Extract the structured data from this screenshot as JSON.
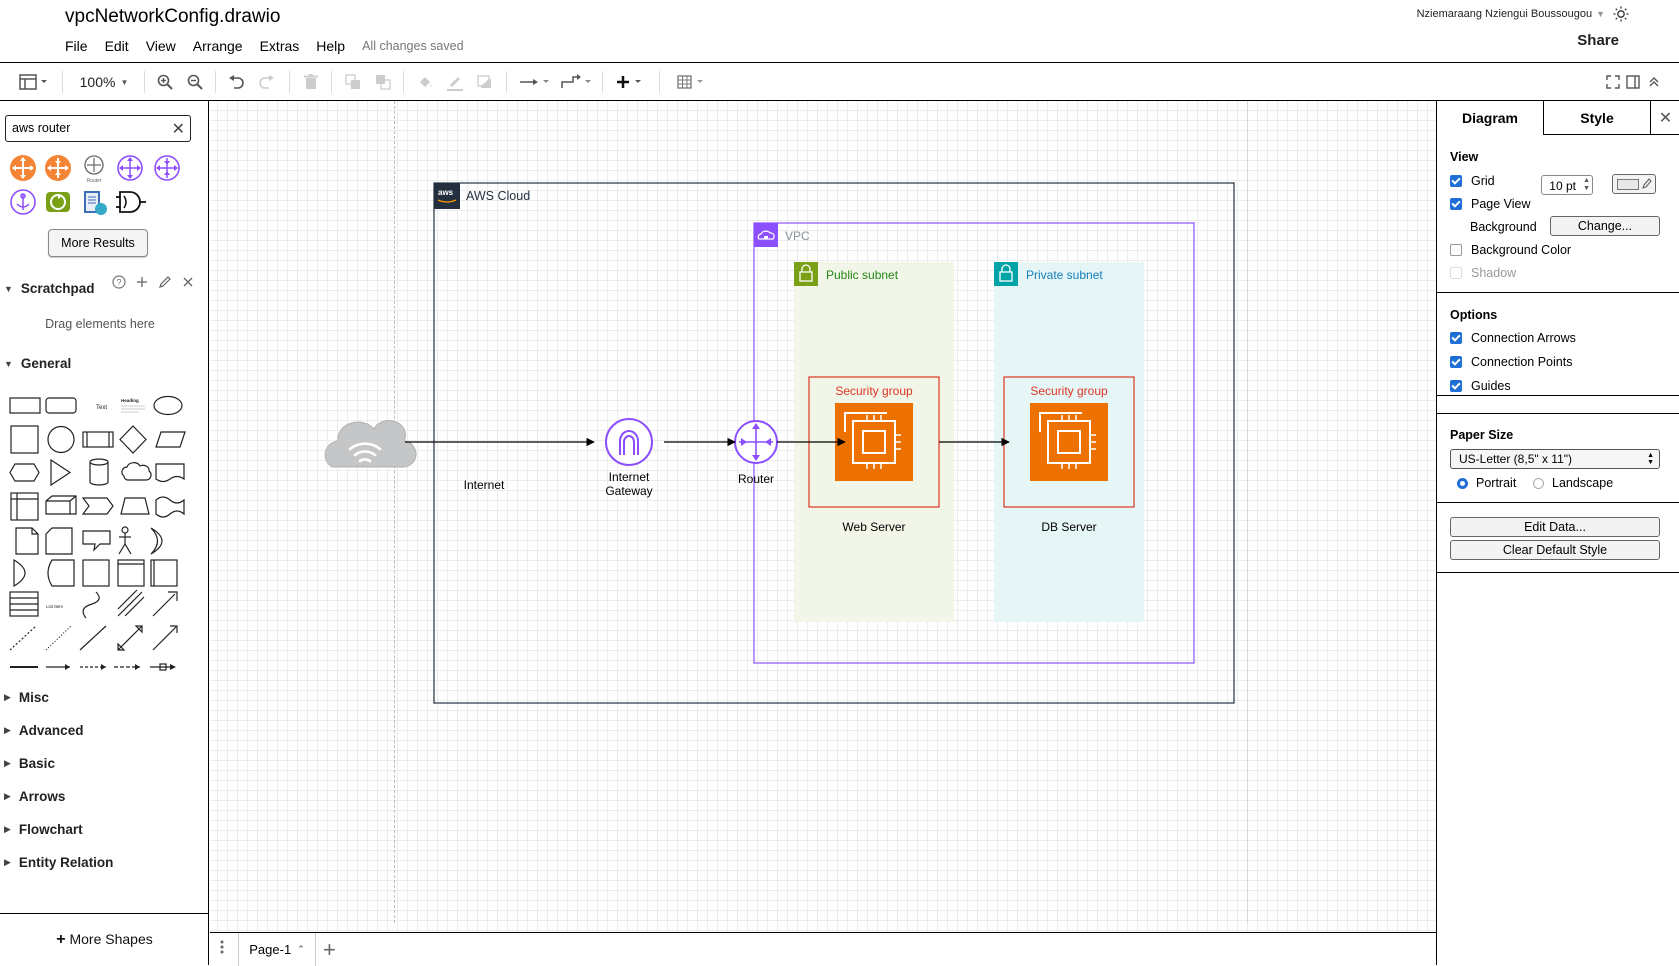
{
  "app": {
    "file_title": "vpcNetworkConfig.drawio",
    "menu": [
      "File",
      "Edit",
      "View",
      "Arrange",
      "Extras",
      "Help"
    ],
    "save_status": "All changes saved",
    "user_name": "Nziemaraang Nziengui Boussougou",
    "share_label": "Share"
  },
  "toolbar": {
    "zoom": "100%",
    "icons": [
      "format-panel-icon",
      "zoom-in-icon",
      "zoom-out-icon",
      "undo-icon",
      "redo-icon",
      "delete-icon",
      "to-front-icon",
      "to-back-icon",
      "fill-color-icon",
      "line-color-icon",
      "shadow-icon",
      "connection-icon",
      "waypoints-icon",
      "insert-icon",
      "table-icon",
      "fullscreen-icon",
      "toggle-panel-icon",
      "collapse-icon"
    ]
  },
  "left_panel": {
    "search_value": "aws router",
    "more_results_label": "More Results",
    "scratchpad": {
      "title": "Scratchpad",
      "hint": "Drag elements here"
    },
    "general_title": "General",
    "shape_text_label": "Text",
    "shape_heading_label": "Heading",
    "shape_list_item_label": "List Item",
    "collapsed_sections": [
      "Misc",
      "Advanced",
      "Basic",
      "Arrows",
      "Flowchart",
      "Entity Relation"
    ],
    "more_shapes_label": "More Shapes"
  },
  "diagram": {
    "aws_cloud_label": "AWS Cloud",
    "vpc_label": "VPC",
    "public_subnet_label": "Public subnet",
    "private_subnet_label": "Private subnet",
    "security_group_1_label": "Security group",
    "security_group_2_label": "Security group",
    "internet_label": "Internet",
    "internet_gateway_label": "Internet\nGateway",
    "router_label": "Router",
    "web_server_label": "Web Server",
    "db_server_label": "DB Server",
    "colors": {
      "vpc": "#8c4fff",
      "public_subnet": "#7aa116",
      "private_subnet": "#00a4a6",
      "security_group": "#dd3522",
      "ec2": "#ed7100"
    }
  },
  "bottom_bar": {
    "page_tab": "Page-1"
  },
  "right_panel": {
    "tabs": [
      "Diagram",
      "Style"
    ],
    "view": {
      "title": "View",
      "grid_label": "Grid",
      "grid_checked": true,
      "grid_size": "10 pt",
      "page_view_label": "Page View",
      "page_view_checked": true,
      "background_label": "Background",
      "change_button": "Change...",
      "background_color_label": "Background Color",
      "background_color_checked": false,
      "shadow_label": "Shadow",
      "shadow_checked": false
    },
    "options": {
      "title": "Options",
      "connection_arrows_label": "Connection Arrows",
      "connection_points_label": "Connection Points",
      "guides_label": "Guides"
    },
    "paper_size": {
      "title": "Paper Size",
      "selected": "US-Letter (8,5\" x 11\")",
      "portrait_label": "Portrait",
      "landscape_label": "Landscape",
      "orientation": "Portrait"
    },
    "edit_data_button": "Edit Data...",
    "clear_default_style_button": "Clear Default Style"
  }
}
